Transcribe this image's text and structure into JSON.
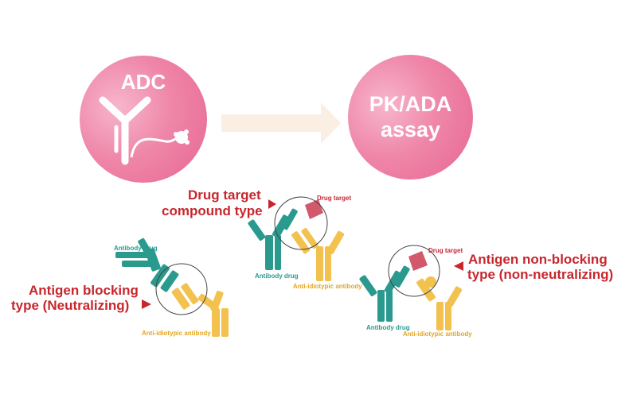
{
  "adc": {
    "label": "ADC"
  },
  "pk_ada": {
    "line1": "PK/ADA",
    "line2": "assay"
  },
  "types": {
    "compound": {
      "line1": "Drug target",
      "line2": "compound type"
    },
    "blocking": {
      "line1": "Antigen blocking",
      "line2": "type (Neutralizing)"
    },
    "non_blocking": {
      "line1": "Antigen non-blocking",
      "line2": "type (non-neutralizing)"
    }
  },
  "small_labels": {
    "antibody_drug": "Antibody drug",
    "anti_idiotypic": "Anti-idiotypic antibody",
    "drug_target": "Drug target"
  },
  "colors": {
    "circle_pink": "#e76691",
    "arrow": "#fbeee2",
    "label_red": "#c8262d",
    "teal": "#2a9a8f",
    "yellow": "#f2c14e",
    "drug_target": "#d2596b"
  }
}
